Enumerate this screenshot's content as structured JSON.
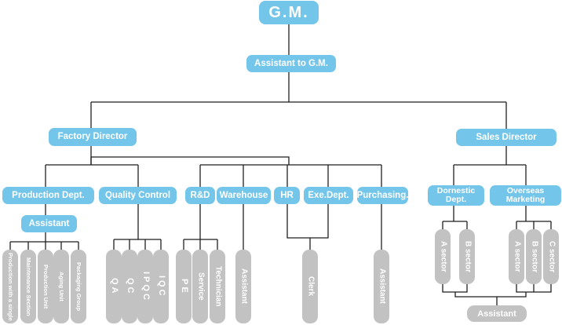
{
  "top": {
    "gm": "G.M.",
    "assistant_gm": "Assistant to G.M."
  },
  "directors": {
    "factory": "Factory Director",
    "sales": "Sales Director"
  },
  "factory_units": {
    "production": "Production Dept.",
    "production_assistant": "Assistant",
    "quality": "Quality Control",
    "rd": "R&D",
    "warehouse": "Warehouse",
    "hr": "HR",
    "exe": "Exe.Dept.",
    "purchasing": "Purchasing."
  },
  "sales_units": {
    "domestic_line1": "Dornestic",
    "domestic_line2": "Dept.",
    "overseas_line1": "Overseas",
    "overseas_line2": "Marketing"
  },
  "production_subunits": [
    "Production with a single",
    "Maintenance Section",
    "Production Unit",
    "Aging Unit",
    "Packaging Group"
  ],
  "quality_subunits": [
    "QA",
    "QC",
    "IPQC",
    "IQC"
  ],
  "rd_subunits": [
    "PE",
    "Service",
    "Technician"
  ],
  "warehouse_subunits": [
    "Assistant"
  ],
  "hr_exe_subunits": [
    "Clerk"
  ],
  "purchasing_subunits": [
    "Assistant"
  ],
  "domestic_subunits": [
    "A sector",
    "B sector"
  ],
  "overseas_subunits": [
    "A sector",
    "B sector",
    "C sector"
  ],
  "sales_assistant": "Assistant",
  "colors": {
    "department_box": "#73c5ea",
    "sub_unit_pill": "#c2c2c2",
    "connector": "#1f1f1f",
    "label_text": "#ffffff"
  }
}
